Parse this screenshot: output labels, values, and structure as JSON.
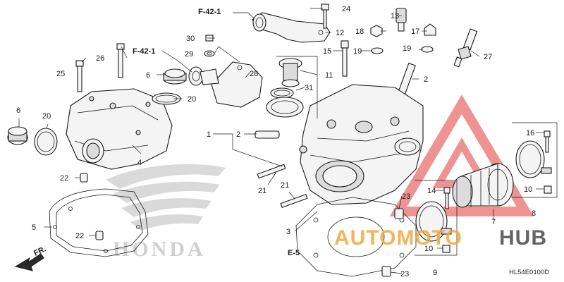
{
  "diagram": {
    "code": "HL54E0100D",
    "brand_text": "HONDA",
    "front_label": "FR.",
    "ref_labels": [
      {
        "id": "f42-top",
        "text": "F-42-1"
      },
      {
        "id": "f42-left",
        "text": "F-42-1"
      },
      {
        "id": "e5",
        "text": "E-5"
      }
    ],
    "callouts": [
      {
        "id": "c1",
        "text": "1"
      },
      {
        "id": "c2a",
        "text": "2"
      },
      {
        "id": "c2b",
        "text": "2"
      },
      {
        "id": "c3",
        "text": "3"
      },
      {
        "id": "c4",
        "text": "4"
      },
      {
        "id": "c5",
        "text": "5"
      },
      {
        "id": "c6a",
        "text": "6"
      },
      {
        "id": "c6b",
        "text": "6"
      },
      {
        "id": "c7",
        "text": "7"
      },
      {
        "id": "c8",
        "text": "8"
      },
      {
        "id": "c9",
        "text": "9"
      },
      {
        "id": "c10a",
        "text": "10"
      },
      {
        "id": "c10b",
        "text": "10"
      },
      {
        "id": "c11",
        "text": "11"
      },
      {
        "id": "c12",
        "text": "12"
      },
      {
        "id": "c13",
        "text": "13"
      },
      {
        "id": "c14",
        "text": "14"
      },
      {
        "id": "c15",
        "text": "15"
      },
      {
        "id": "c16",
        "text": "16"
      },
      {
        "id": "c17",
        "text": "17"
      },
      {
        "id": "c18",
        "text": "18"
      },
      {
        "id": "c19a",
        "text": "19"
      },
      {
        "id": "c19b",
        "text": "19"
      },
      {
        "id": "c20a",
        "text": "20"
      },
      {
        "id": "c20b",
        "text": "20"
      },
      {
        "id": "c21a",
        "text": "21"
      },
      {
        "id": "c21b",
        "text": "21"
      },
      {
        "id": "c22a",
        "text": "22"
      },
      {
        "id": "c22b",
        "text": "22"
      },
      {
        "id": "c23a",
        "text": "23"
      },
      {
        "id": "c23b",
        "text": "23"
      },
      {
        "id": "c24",
        "text": "24"
      },
      {
        "id": "c25",
        "text": "25"
      },
      {
        "id": "c26",
        "text": "26"
      },
      {
        "id": "c27",
        "text": "27"
      },
      {
        "id": "c28",
        "text": "28"
      },
      {
        "id": "c29",
        "text": "29"
      },
      {
        "id": "c30",
        "text": "30"
      },
      {
        "id": "c31",
        "text": "31"
      }
    ]
  },
  "watermark": {
    "text_auto": "AUTOMOTO",
    "text_hub": "HUB",
    "color_primary": "#f2a93b",
    "color_secondary": "#4a4a4a",
    "color_triangle": "#e23a3a"
  }
}
